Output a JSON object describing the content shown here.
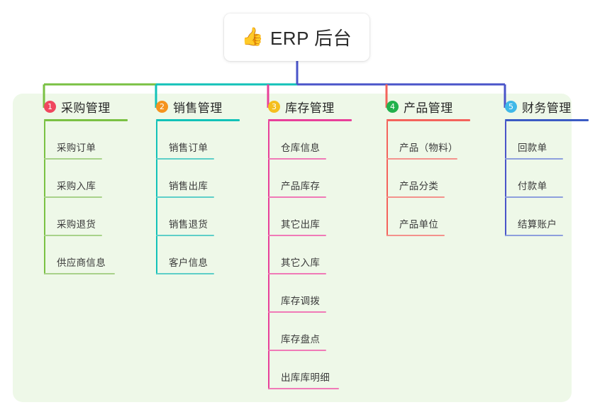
{
  "root": {
    "icon": "thumbs-up-icon",
    "icon_glyph": "👍",
    "label": "ERP 后台"
  },
  "palette": {
    "panel_background": "#eef8e8",
    "page_background": "#ffffff",
    "root_text": "#2b2b2b",
    "trunk_line": "#4a54c9"
  },
  "columns": [
    {
      "number": "1",
      "title": "采购管理",
      "badge_color": "#f0475f",
      "rule_color": "#7ac143",
      "connector_color": "#7ac143",
      "leaf_rule_color": "#a8d28a",
      "items": [
        {
          "label": "采购订单"
        },
        {
          "label": "采购入库"
        },
        {
          "label": "采购退货"
        },
        {
          "label": "供应商信息"
        }
      ]
    },
    {
      "number": "2",
      "title": "销售管理",
      "badge_color": "#f5931e",
      "rule_color": "#12c2b8",
      "connector_color": "#12c2b8",
      "leaf_rule_color": "#5ecfc8",
      "items": [
        {
          "label": "销售订单"
        },
        {
          "label": "销售出库"
        },
        {
          "label": "销售退货"
        },
        {
          "label": "客户信息"
        }
      ]
    },
    {
      "number": "3",
      "title": "库存管理",
      "badge_color": "#f5bf1e",
      "rule_color": "#e8409a",
      "connector_color": "#e8409a",
      "leaf_rule_color": "#f07ab7",
      "items": [
        {
          "label": "仓库信息"
        },
        {
          "label": "产品库存"
        },
        {
          "label": "其它出库"
        },
        {
          "label": "其它入库"
        },
        {
          "label": "库存调拨"
        },
        {
          "label": "库存盘点"
        },
        {
          "label": "出库库明细"
        }
      ]
    },
    {
      "number": "4",
      "title": "产品管理",
      "badge_color": "#22b14c",
      "rule_color": "#f4635c",
      "connector_color": "#f4635c",
      "leaf_rule_color": "#f4928c",
      "items": [
        {
          "label": "产品（物料）"
        },
        {
          "label": "产品分类"
        },
        {
          "label": "产品单位"
        }
      ]
    },
    {
      "number": "5",
      "title": "财务管理",
      "badge_color": "#3fb8e8",
      "rule_color": "#3b5bc4",
      "connector_color": "#4a54c9",
      "leaf_rule_color": "#8d9fdd",
      "items": [
        {
          "label": "回款单"
        },
        {
          "label": "付款单"
        },
        {
          "label": "结算账户"
        }
      ]
    }
  ]
}
